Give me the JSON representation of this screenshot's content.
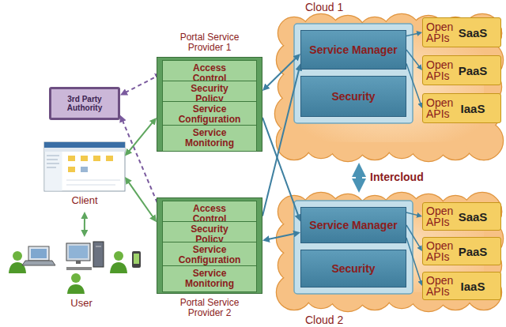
{
  "diagram": {
    "nodes": [
      {
        "text": [
          "Cloud 1"
        ]
      },
      {
        "text": [
          "Service Manager"
        ],
        "in": 0
      },
      {
        "text": [
          "Security"
        ],
        "in": 0
      },
      {
        "text": [
          "Open APIs",
          "SaaS"
        ],
        "in": 0
      },
      {
        "text": [
          "Open APIs",
          "PaaS"
        ],
        "in": 0
      },
      {
        "text": [
          "Open APIs",
          "IaaS"
        ],
        "in": 0
      },
      {
        "text": [
          "Portal Service Provider 1"
        ]
      },
      {
        "text": [
          "Access Control"
        ],
        "in": 6
      },
      {
        "text": [
          "Security Policy"
        ],
        "in": 6
      },
      {
        "text": [
          "Service Configuration"
        ],
        "in": 6
      },
      {
        "text": [
          "Service Monitoring"
        ],
        "in": 6
      },
      {
        "text": [
          "3rd Party Authority"
        ]
      },
      {
        "text": [
          "Client"
        ]
      },
      {
        "text": [
          "Portal Service Provider 2"
        ]
      },
      {
        "text": [
          "Access Control"
        ],
        "in": 13
      },
      {
        "text": [
          "Security Policy"
        ],
        "in": 13
      },
      {
        "text": [
          "Service Configuration"
        ],
        "in": 13
      },
      {
        "text": [
          "Service Monitoring"
        ],
        "in": 13
      },
      {
        "text": [
          "Cloud 2"
        ]
      },
      {
        "text": [
          "Service Manager"
        ],
        "in": 18
      },
      {
        "text": [
          "Security"
        ],
        "in": 18
      },
      {
        "text": [
          "Open APIs",
          "SaaS"
        ],
        "in": 18
      },
      {
        "text": [
          "Open APIs",
          "PaaS"
        ],
        "in": 18
      },
      {
        "text": [
          "Open APIs",
          "IaaS"
        ],
        "in": 18
      },
      {
        "text": [
          "User"
        ]
      }
    ],
    "edges": [
      {
        "from": 11,
        "to": 7,
        "arrow": "both"
      },
      {
        "from": 11,
        "to": 14,
        "arrow": "both"
      },
      {
        "from": 12,
        "to": 6,
        "arrow": "both"
      },
      {
        "from": 12,
        "to": 13,
        "arrow": "both"
      },
      {
        "from": 12,
        "to": 24,
        "arrow": "both"
      },
      {
        "from": 6,
        "to": 1,
        "arrow": "both"
      },
      {
        "from": 6,
        "to": 19,
        "arrow": "to"
      },
      {
        "from": 13,
        "to": 1,
        "arrow": "to"
      },
      {
        "from": 13,
        "to": 19,
        "arrow": "both"
      },
      {
        "from": 0,
        "to": 18,
        "label": "Intercloud",
        "arrow": "both"
      },
      {
        "from": 1,
        "to": 3,
        "arrow": "to"
      },
      {
        "from": 1,
        "to": 4,
        "arrow": "to"
      },
      {
        "from": 1,
        "to": 5,
        "arrow": "to"
      },
      {
        "from": 19,
        "to": 21,
        "arrow": "to"
      },
      {
        "from": 19,
        "to": 22,
        "arrow": "to"
      },
      {
        "from": 19,
        "to": 23,
        "arrow": "to"
      }
    ]
  }
}
